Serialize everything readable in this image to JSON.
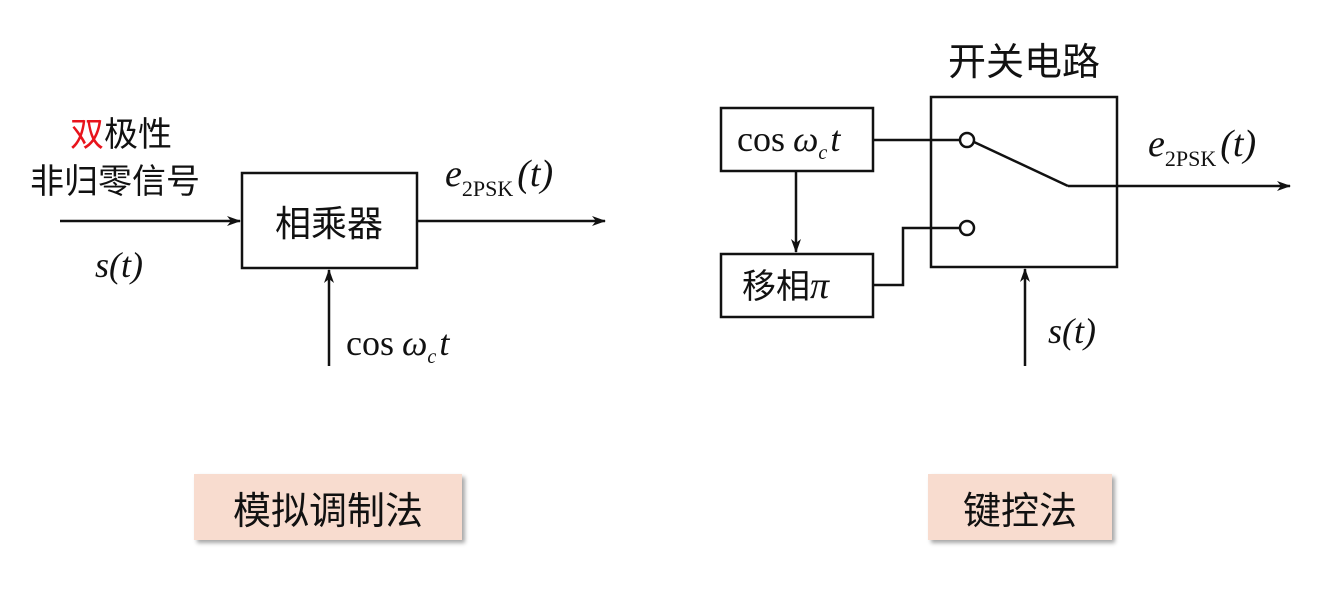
{
  "left": {
    "input_label_red": "双",
    "input_label_rest": "极性",
    "input_label_line2": "非归零信号",
    "input_signal": "s(t)",
    "multiplier_label": "相乘器",
    "carrier_label": {
      "func": "cos",
      "omega": "ω",
      "sub": "c",
      "var": "t"
    },
    "output_label": {
      "e": "e",
      "sub": "2PSK",
      "arg": "(t)"
    },
    "caption": "模拟调制法"
  },
  "right": {
    "switch_title": "开关电路",
    "oscillator_label": {
      "func": "cos",
      "omega": "ω",
      "sub": "c",
      "var": "t"
    },
    "phase_shift_label": {
      "text": "移相",
      "pi": "π"
    },
    "output_label": {
      "e": "e",
      "sub": "2PSK",
      "arg": "(t)"
    },
    "control_signal": "s(t)",
    "caption": "键控法"
  },
  "colors": {
    "highlight": "#e8141c",
    "caption_bg": "#f8dccf"
  },
  "icons": [
    "arrow-head-icon",
    "switch-contact-icon"
  ]
}
